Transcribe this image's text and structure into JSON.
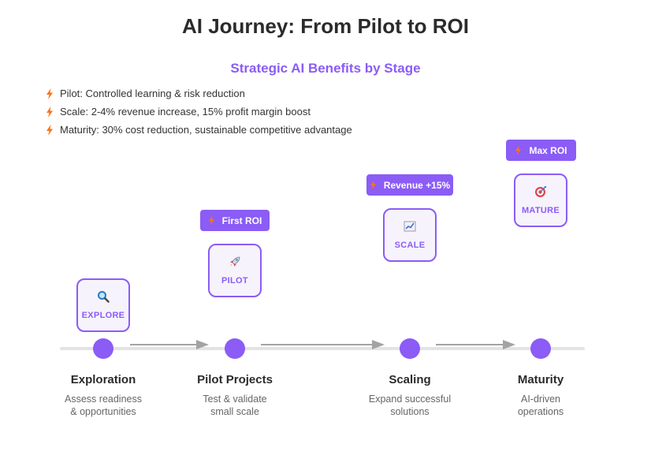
{
  "title": "AI Journey: From Pilot to ROI",
  "subtitle": "Strategic AI Benefits by Stage",
  "benefits": [
    "Pilot: Controlled learning & risk reduction",
    "Scale: 2-4% revenue increase, 15% profit margin boost",
    "Maturity: 30% cost reduction, sustainable competitive advantage"
  ],
  "stages": [
    {
      "name": "Exploration",
      "desc_line1": "Assess readiness",
      "desc_line2": "& opportunities",
      "card_label": "EXPLORE",
      "icon": "magnifying-glass-icon"
    },
    {
      "name": "Pilot Projects",
      "desc_line1": "Test & validate",
      "desc_line2": "small scale",
      "card_label": "PILOT",
      "icon": "rocket-icon",
      "badge": "First ROI"
    },
    {
      "name": "Scaling",
      "desc_line1": "Expand successful",
      "desc_line2": "solutions",
      "card_label": "SCALE",
      "icon": "chart-icon",
      "badge": "Revenue +15%"
    },
    {
      "name": "Maturity",
      "desc_line1": "AI-driven",
      "desc_line2": "operations",
      "card_label": "MATURE",
      "icon": "target-icon",
      "badge": "Max ROI"
    }
  ],
  "colors": {
    "accent": "#8b5cf6",
    "card_bg": "#f6f3fd",
    "bolt": "#f97316",
    "track": "#e3e3e3",
    "arrow": "#a3a3a3"
  }
}
